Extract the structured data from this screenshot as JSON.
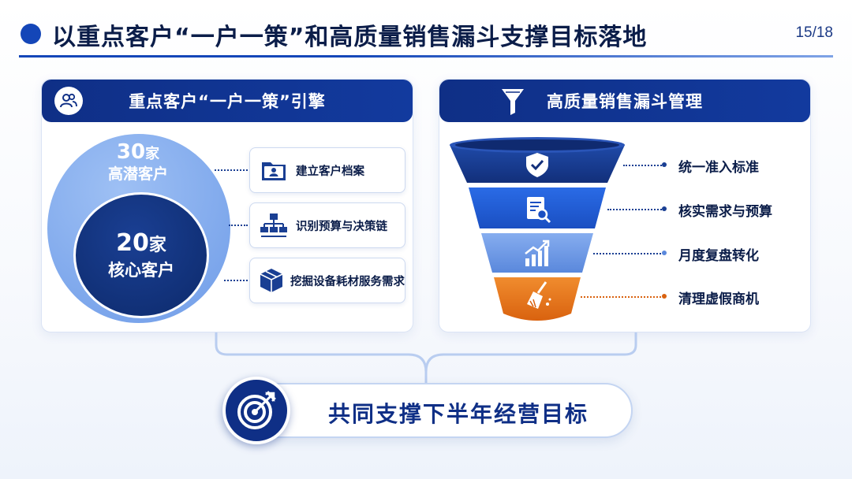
{
  "header": {
    "title": "以重点客户“一户一策”和高质量销售漏斗支撑目标落地",
    "page": "15/18"
  },
  "left_panel": {
    "title": "重点客户“一户一策”引擎",
    "icon": "users-icon",
    "outer": {
      "count": "30",
      "unit": "家",
      "name": "高潜客户"
    },
    "inner": {
      "count": "20",
      "unit": "家",
      "name": "核心客户"
    },
    "tasks": [
      {
        "label": "建立客户档案",
        "icon": "folder-contact-icon"
      },
      {
        "label": "识别预算与决策链",
        "icon": "org-chart-icon"
      },
      {
        "label": "挖掘设备耗材服务需求",
        "icon": "box-icon"
      }
    ]
  },
  "right_panel": {
    "title": "高质量销售漏斗管理",
    "icon": "funnel-icon",
    "stages": [
      {
        "label": "统一准入标准",
        "icon": "shield-check-icon",
        "color": "#1a3a8c"
      },
      {
        "label": "核实需求与预算",
        "icon": "document-search-icon",
        "color": "#1d5ad6"
      },
      {
        "label": "月度复盘转化",
        "icon": "growth-chart-icon",
        "color": "#6a97e3"
      },
      {
        "label": "清理虚假商机",
        "icon": "broom-icon",
        "color": "#e2711b"
      }
    ]
  },
  "goal": {
    "text": "共同支撑下半年经营目标",
    "icon": "target-arrow-icon"
  }
}
